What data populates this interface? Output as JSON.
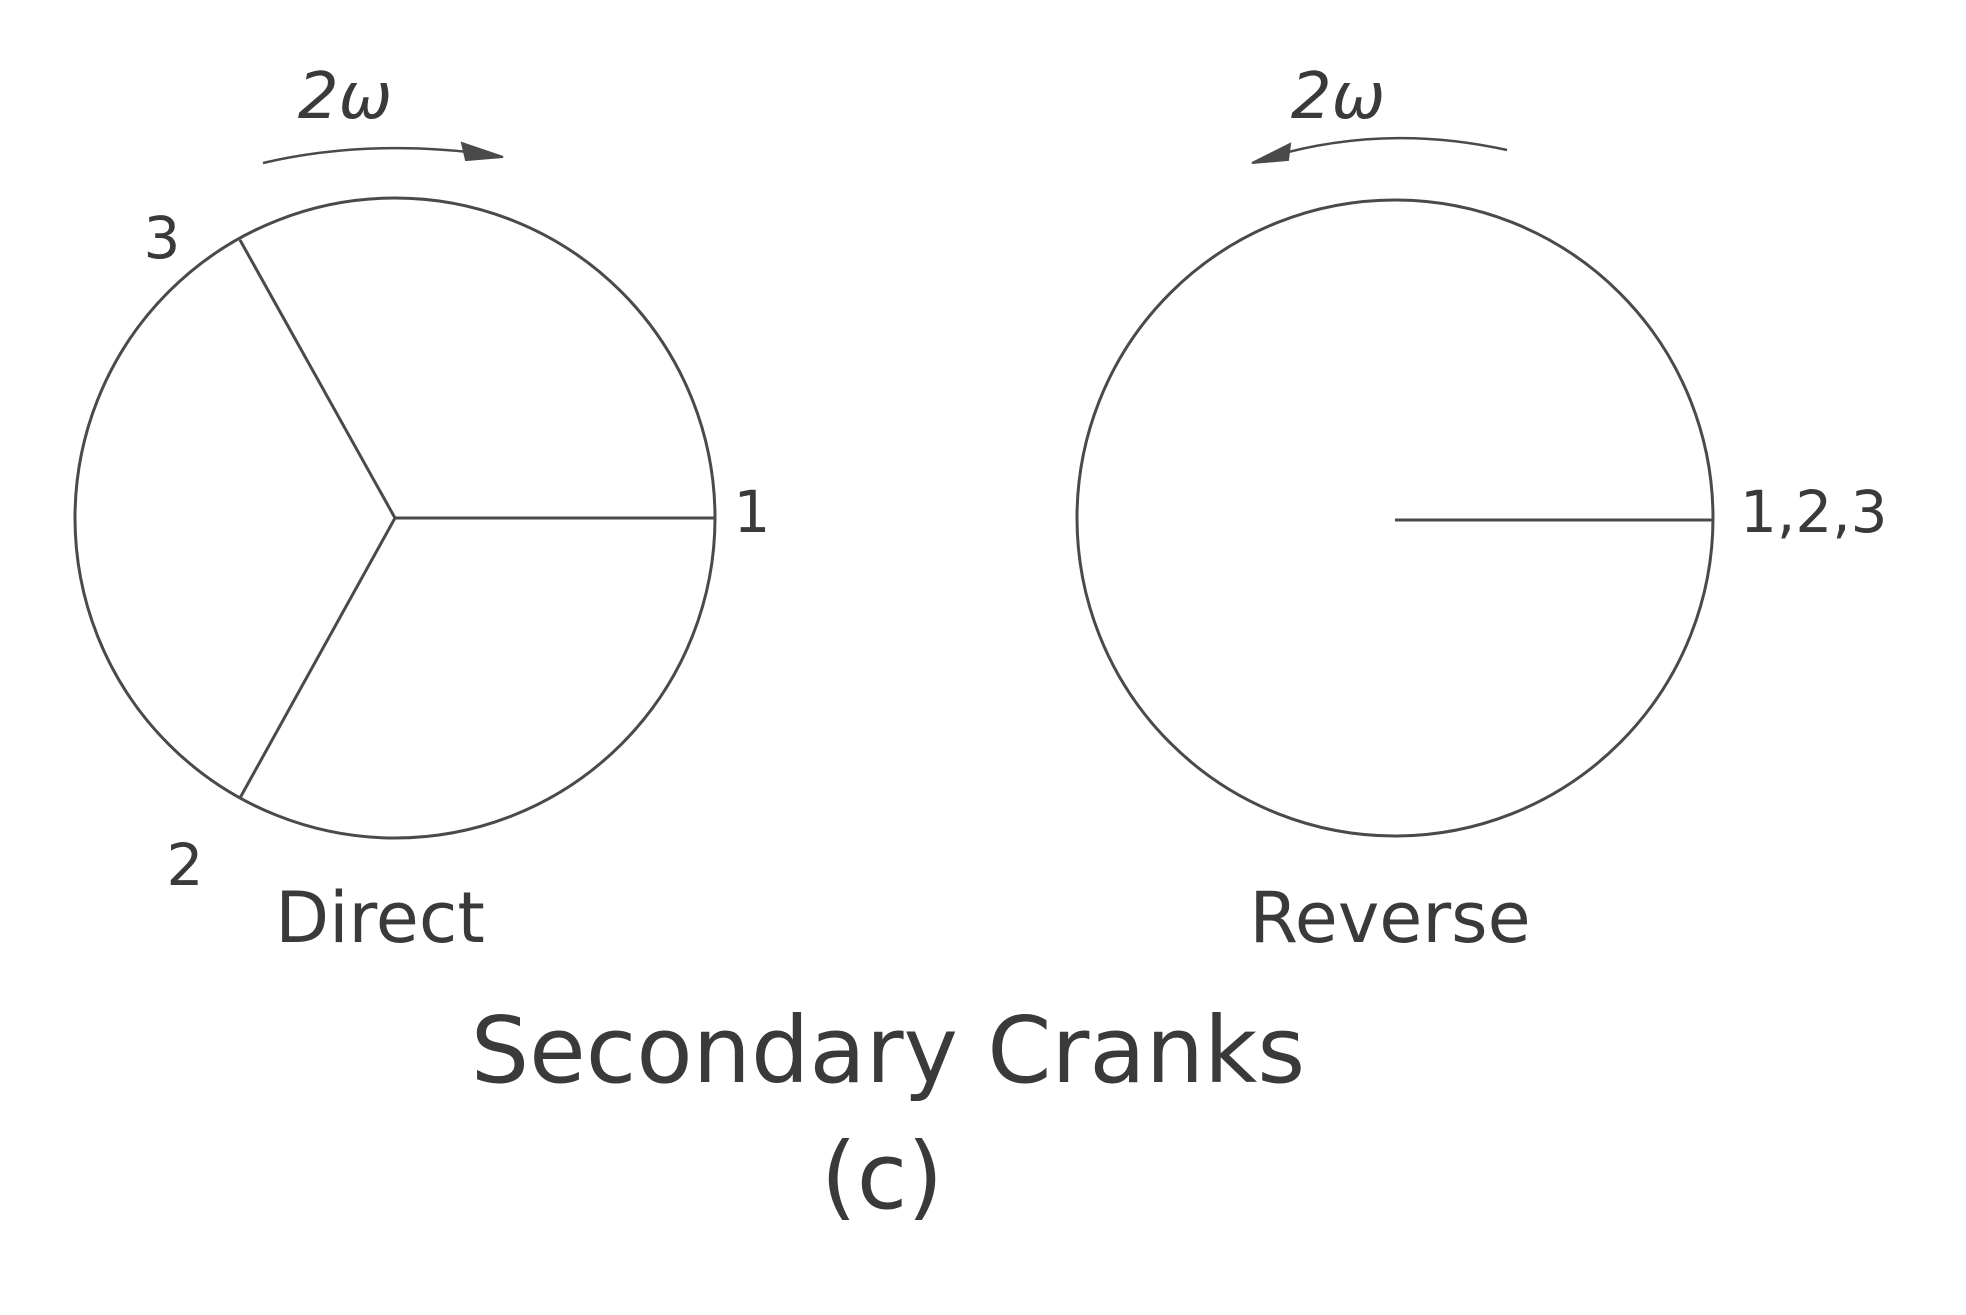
{
  "figure": {
    "caption": "Secondary Cranks",
    "sub_label": "(c)",
    "colors": {
      "ink": "#4a4a4a",
      "text": "#3a3a3a",
      "background": "#ffffff"
    }
  },
  "direct": {
    "title": "Direct",
    "speed_label": "2ω",
    "crank_labels": [
      "1",
      "2",
      "3"
    ]
  },
  "reverse": {
    "title": "Reverse",
    "speed_label": "2ω",
    "crank_label": "1,2,3"
  }
}
